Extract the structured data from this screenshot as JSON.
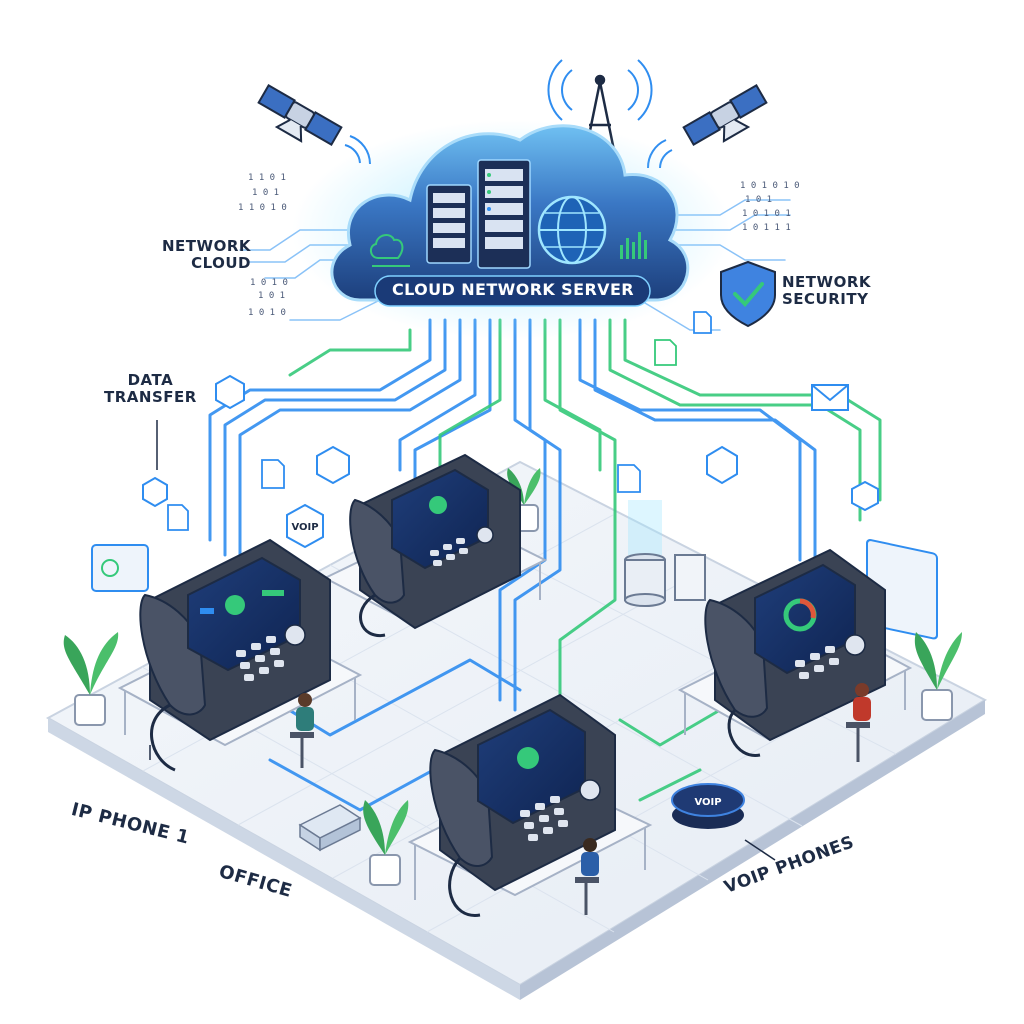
{
  "labels": {
    "network_cloud": [
      "NETWORK",
      "CLOUD"
    ],
    "data_transfer": [
      "DATA",
      "TRANSFER"
    ],
    "network_security": [
      "NETWORK",
      "SECURITY"
    ],
    "ip_phone": "IP PHONE 1",
    "office": "OFFICE",
    "voip_phones": "VOIP PHONES"
  },
  "cloud": {
    "title": "CLOUD NETWORK SERVER"
  },
  "badges": {
    "voip_hex": "VOIP",
    "voip_puck": "VOIP"
  },
  "binary": {
    "left": [
      "1 1 0 1",
      "1 0 1",
      "1 1 0 1 0",
      "1 0 1 0",
      "1 0 1",
      "1 0 1 0"
    ],
    "right": [
      "1 0 1 0 1 0",
      "1 0 1",
      "1 0 1 0 1",
      "1 0 1 1 1"
    ]
  },
  "colors": {
    "blue": "#2f8df0",
    "green": "#35c97a",
    "navy": "#1d2b44",
    "cloud": "#2b4f8f"
  }
}
